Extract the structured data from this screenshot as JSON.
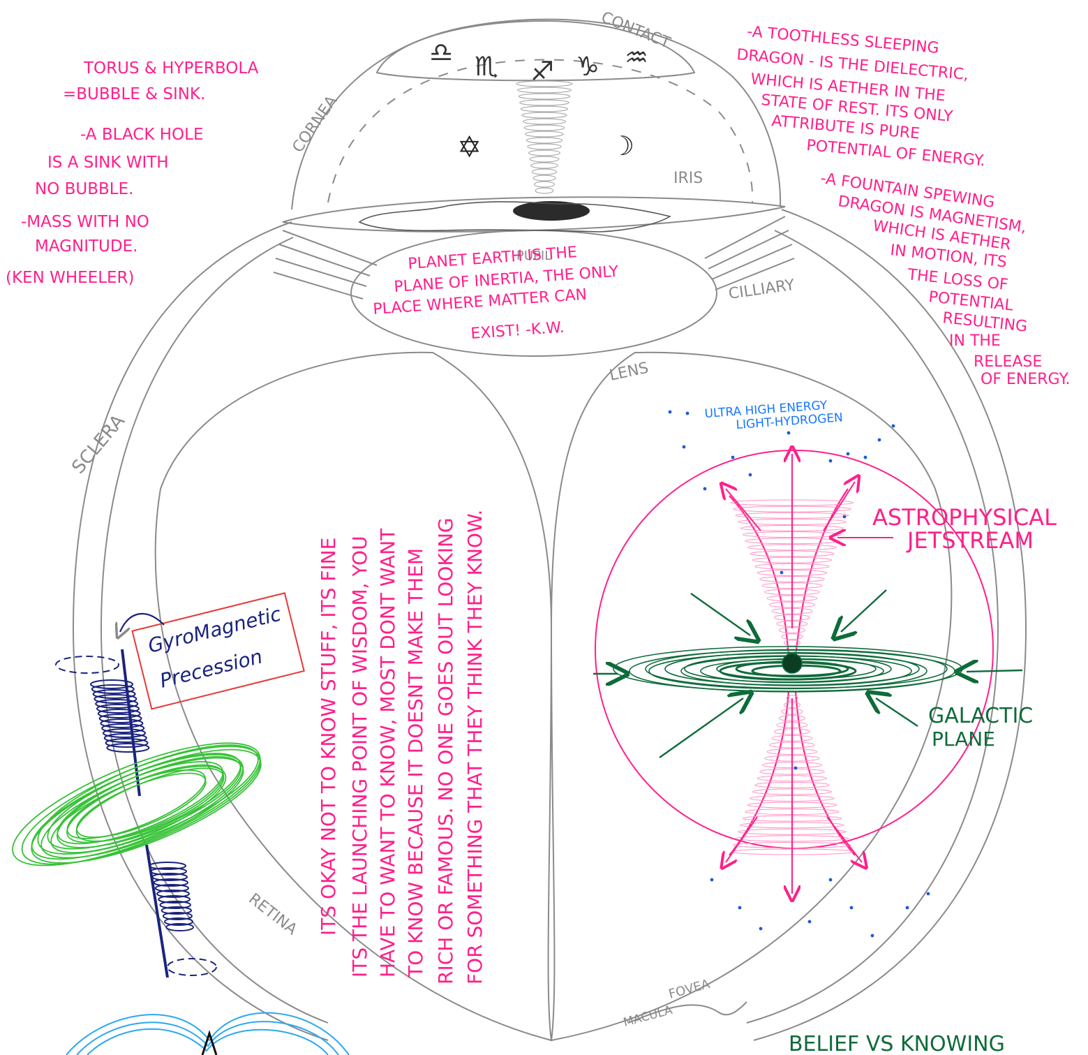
{
  "anatomy_labels": {
    "contact": "CONTACT",
    "cornea": "CORNEA",
    "iris": "IRIS",
    "pupil": "PUPIL",
    "ciliary": "CILLIARY",
    "lens": "LENS",
    "sclera": "SCLERA",
    "retina": "RETINA",
    "fovea": "FOVEA",
    "macula": "MACULA"
  },
  "zodiac_symbols": [
    "♎",
    "♏",
    "♐",
    "♑",
    "♒"
  ],
  "inner_symbols": {
    "star": "✡",
    "moon": "☽"
  },
  "notes_left": {
    "line1": "TORUS & HYPERBOLA",
    "line2": "=BUBBLE & SINK.",
    "line3": "-A BLACK HOLE",
    "line4": "IS A SINK WITH",
    "line5": "NO BUBBLE.",
    "line6": "-MASS WITH NO",
    "line7": "MAGNITUDE.",
    "line8": "(KEN WHEELER)"
  },
  "notes_right": {
    "line1": "-A TOOTHLESS SLEEPING",
    "line2": "DRAGON - IS THE DIELECTRIC,",
    "line3": "WHICH IS AETHER IN THE",
    "line4": "STATE OF REST. ITS ONLY",
    "line5": "ATTRIBUTE IS PURE",
    "line6": "POTENTIAL OF ENERGY.",
    "line7": "-A FOUNTAIN SPEWING",
    "line8": "DRAGON IS MAGNETISM,",
    "line9": "WHICH IS AETHER",
    "line10": "IN MOTION, ITS",
    "line11": "THE LOSS OF",
    "line12": "POTENTIAL",
    "line13": "RESULTING",
    "line14": "IN THE",
    "line15": "RELEASE",
    "line16": "OF ENERGY."
  },
  "lens_note": {
    "line1": "PLANET EARTH IS THE",
    "line2": "PLANE OF INERTIA, THE ONLY",
    "line3": "PLACE WHERE MATTER CAN",
    "line4": "EXIST! -K.W."
  },
  "vertical_note": {
    "line1": "ITS OKAY NOT TO KNOW STUFF, ITS FINE",
    "line2": "ITS THE LAUNCHING POINT OF WISDOM, YOU",
    "line3": "HAVE TO WANT TO KNOW, MOST DONT WANT",
    "line4": "TO KNOW BECAUSE IT DOESNT MAKE THEM",
    "line5": "RICH OR FAMOUS. NO ONE GOES OUT LOOKING",
    "line6": "FOR SOMETHING THAT THEY THINK THEY KNOW."
  },
  "galaxy": {
    "top_label_line1": "ULTRA HIGH ENERGY",
    "top_label_line2": "LIGHT-HYDROGEN",
    "jet_label_line1": "ASTROPHYSICAL",
    "jet_label_line2": "JETSTREAM",
    "plane_label_line1": "GALACTIC",
    "plane_label_line2": "PLANE"
  },
  "gyro": {
    "line1": "GyroMagnetic",
    "line2": "Precession"
  },
  "bottom_title": "BELIEF VS KNOWING",
  "colors": {
    "pencil": "#8a8a8a",
    "pink": "#ff1f8a",
    "green": "#0e6b3a",
    "light_green": "#36c236",
    "navy": "#1a237e",
    "sky": "#2aa8f0",
    "red": "#e53935"
  }
}
